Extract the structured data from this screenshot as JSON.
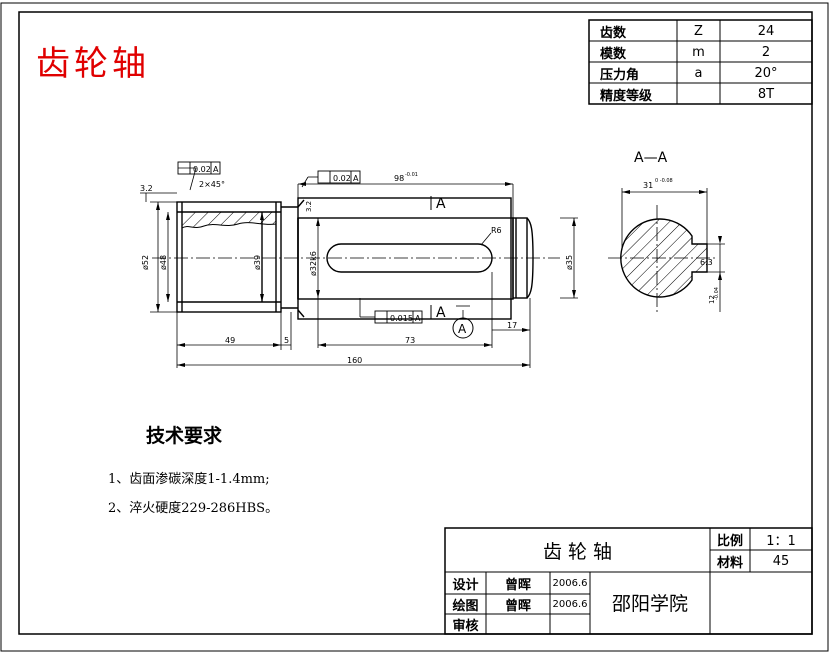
{
  "title": "齿轮轴",
  "params_table": [
    {
      "name": "齿数",
      "symbol": "Z",
      "value": "24"
    },
    {
      "name": "模数",
      "symbol": "m",
      "value": "2"
    },
    {
      "name": "压力角",
      "symbol": "a",
      "value": "20°"
    },
    {
      "name": "精度等级",
      "symbol": "",
      "value": "8T"
    }
  ],
  "technical_requirements": {
    "heading": "技术要求",
    "items": [
      "1、齿面渗碳深度1-1.4mm;",
      "2、淬火硬度229-286HBS。"
    ]
  },
  "drawing_annotations": {
    "tol_gear": "0.02",
    "tol_shaft": "0.02",
    "tol_key": "0.015",
    "datum": "A",
    "chamfer": "2×45°",
    "rough_small": "3.2",
    "rough_small2": "3.2",
    "dia_52": "ø52",
    "dia_48": "ø48",
    "dia_39": "ø39",
    "dia_32": "ø32k6",
    "dia_35": "ø35",
    "dim_98": "98",
    "dim_98_tol": "-0.01",
    "dim_49": "49",
    "dim_5": "5",
    "dim_73": "73",
    "dim_17": "17",
    "dim_160": "160",
    "radius": "R6",
    "section_mark_top": "A",
    "section_mark_bottom": "A",
    "datum_circle": "A",
    "section_title": "A—A",
    "keyway_depth": "31",
    "keyway_depth_tol": "0 -0.08",
    "keyway_width": "6.3",
    "keyway_width_label": "12",
    "keyway_width_tol": "-0.04"
  },
  "title_block": {
    "part_name": "齿 轮 轴",
    "scale_label": "比例",
    "scale_value": "1：1",
    "material_label": "材料",
    "material_value": "45",
    "rows": [
      {
        "role": "设计",
        "name": "曾晖",
        "date": "2006.6"
      },
      {
        "role": "绘图",
        "name": "曾晖",
        "date": "2006.6"
      },
      {
        "role": "审核",
        "name": "",
        "date": ""
      }
    ],
    "school": "邵阳学院"
  }
}
